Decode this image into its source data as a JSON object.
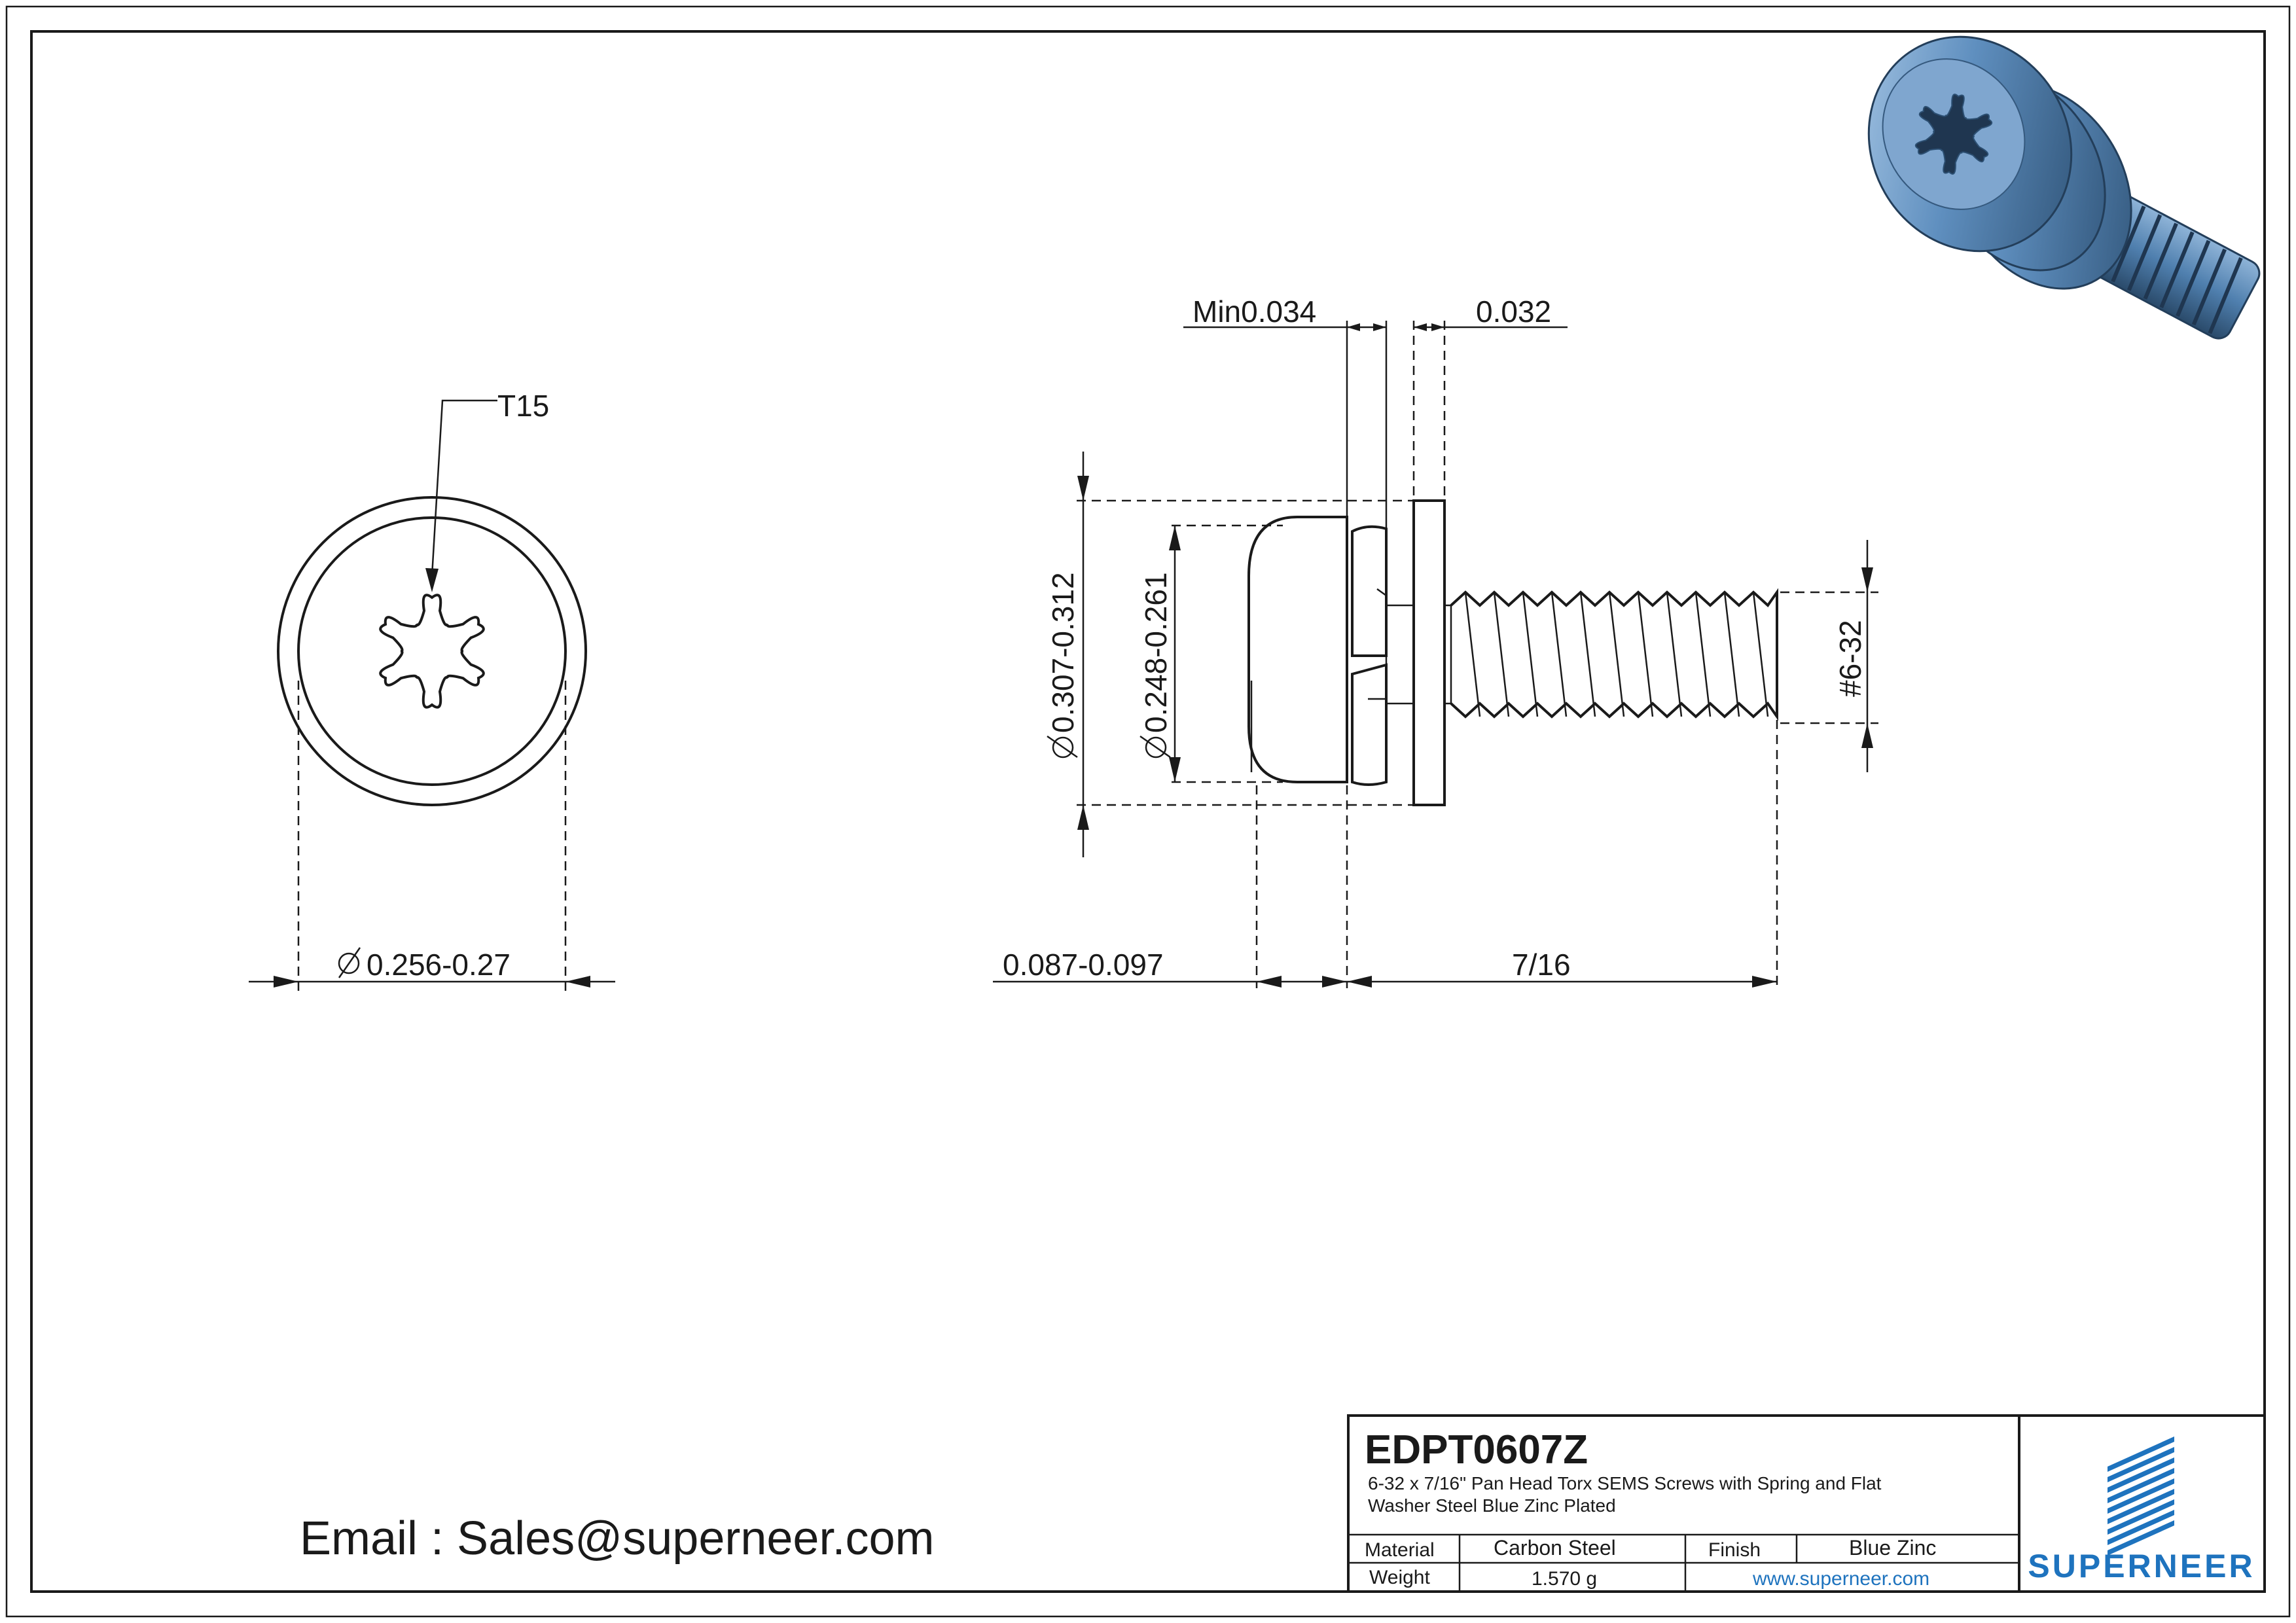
{
  "part_number": "EDPT0607Z",
  "description_line1": "6-32 x 7/16\" Pan Head Torx SEMS Screws with Spring and Flat",
  "description_line2": "Washer Steel Blue Zinc Plated",
  "email_text": "Email : Sales@superneer.com",
  "title_block": {
    "material_label": "Material",
    "material_value": "Carbon Steel",
    "finish_label": "Finish",
    "finish_value": "Blue Zinc",
    "weight_label": "Weight",
    "weight_value": "1.570 g",
    "website": "www.superneer.com"
  },
  "brand": {
    "name": "SUPERNEER",
    "color": "#1e73be"
  },
  "dimensions": {
    "drive": "T15",
    "head_diameter_front": "0.256-0.27",
    "min_thickness": "Min0.034",
    "washer_thickness": "0.032",
    "washer_od": "0.307-0.312",
    "head_diameter_side": "0.248-0.261",
    "thread": "#6-32",
    "head_height": "0.087-0.097",
    "length": "7/16"
  },
  "colors": {
    "line": "#1a1a1a",
    "render_body": "#5f8fbf",
    "render_dark": "#2c4f72"
  }
}
